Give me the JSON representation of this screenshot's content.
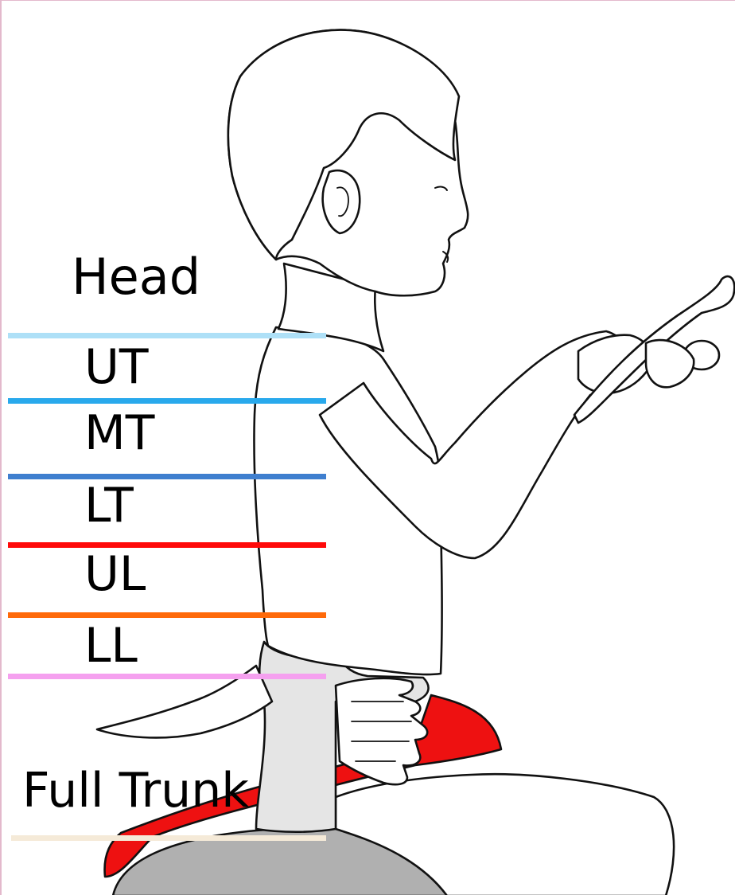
{
  "labels": {
    "head": "Head",
    "ut": "UT",
    "mt": "MT",
    "lt": "LT",
    "ul": "UL",
    "ll": "LL",
    "full_trunk": "Full Trunk"
  },
  "level_lines": [
    {
      "name": "head-ut-boundary",
      "color": "#aee0f7"
    },
    {
      "name": "ut-mt-boundary",
      "color": "#29a9ec"
    },
    {
      "name": "mt-lt-boundary",
      "color": "#3f7fcf"
    },
    {
      "name": "lt-ul-boundary",
      "color": "#ff0a0a"
    },
    {
      "name": "ul-ll-boundary",
      "color": "#ff6a0a"
    },
    {
      "name": "ll-pelvis-boundary",
      "color": "#f5a0ef"
    },
    {
      "name": "full-trunk-boundary",
      "color": "#f5ead8"
    }
  ],
  "colors": {
    "support_strap": "#ee1111",
    "seat_base": "#b0b0b0",
    "pelvis_band": "#e5e5e5",
    "outline": "#111111"
  }
}
